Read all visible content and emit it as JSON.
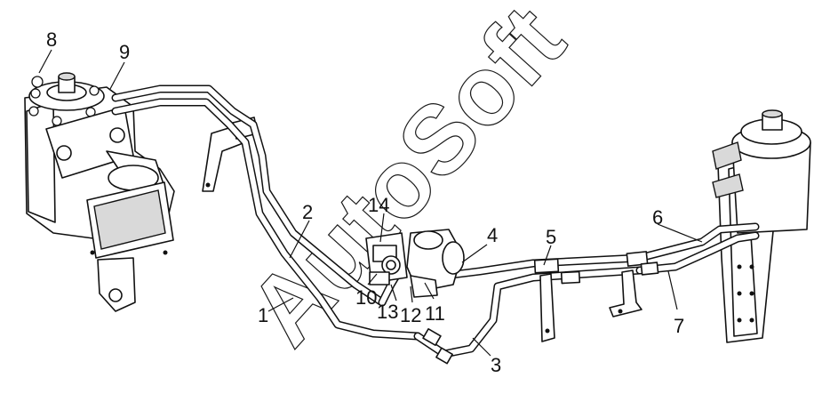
{
  "diagram": {
    "watermark": "AutoSoft",
    "callouts": [
      {
        "id": "c1",
        "label": "1"
      },
      {
        "id": "c2",
        "label": "2"
      },
      {
        "id": "c3",
        "label": "3"
      },
      {
        "id": "c4",
        "label": "4"
      },
      {
        "id": "c5",
        "label": "5"
      },
      {
        "id": "c6",
        "label": "6"
      },
      {
        "id": "c7",
        "label": "7"
      },
      {
        "id": "c8",
        "label": "8"
      },
      {
        "id": "c9",
        "label": "9"
      },
      {
        "id": "c10",
        "label": "10"
      },
      {
        "id": "c11",
        "label": "11"
      },
      {
        "id": "c12",
        "label": "12"
      },
      {
        "id": "c13",
        "label": "13"
      },
      {
        "id": "c14",
        "label": "14"
      }
    ]
  }
}
